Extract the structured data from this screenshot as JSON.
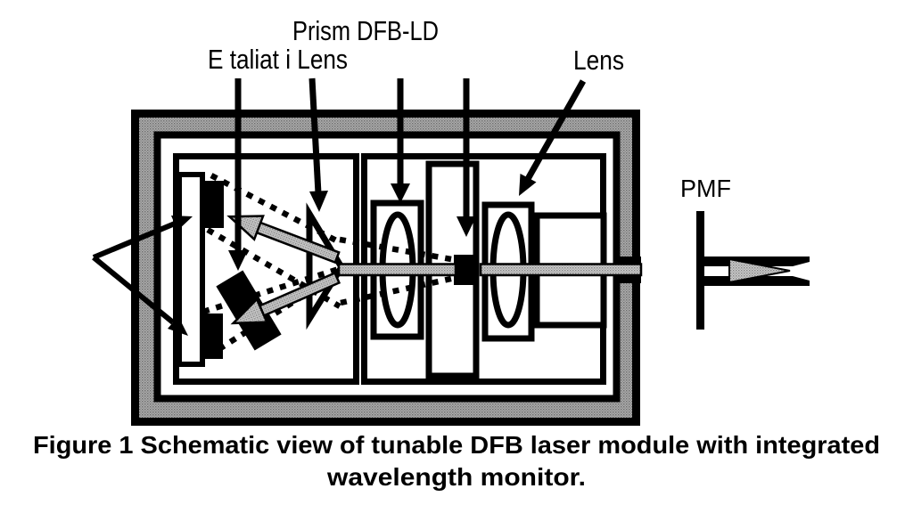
{
  "figure": {
    "labels": {
      "prism_dfb": "Prism DFB-LD",
      "etalon_lens": "E taliat i Lens",
      "lens_right": "Lens",
      "pmf": "PMF"
    },
    "caption_line1": "Figure 1 Schematic view of tunable DFB laser module with integrated",
    "caption_line2": "wavelength monitor.",
    "colors": {
      "ink": "#000000",
      "wall_stipple_gray": "#9f9f9f",
      "beam_stipple_gray": "#b8b8b8",
      "background": "#ffffff"
    }
  }
}
